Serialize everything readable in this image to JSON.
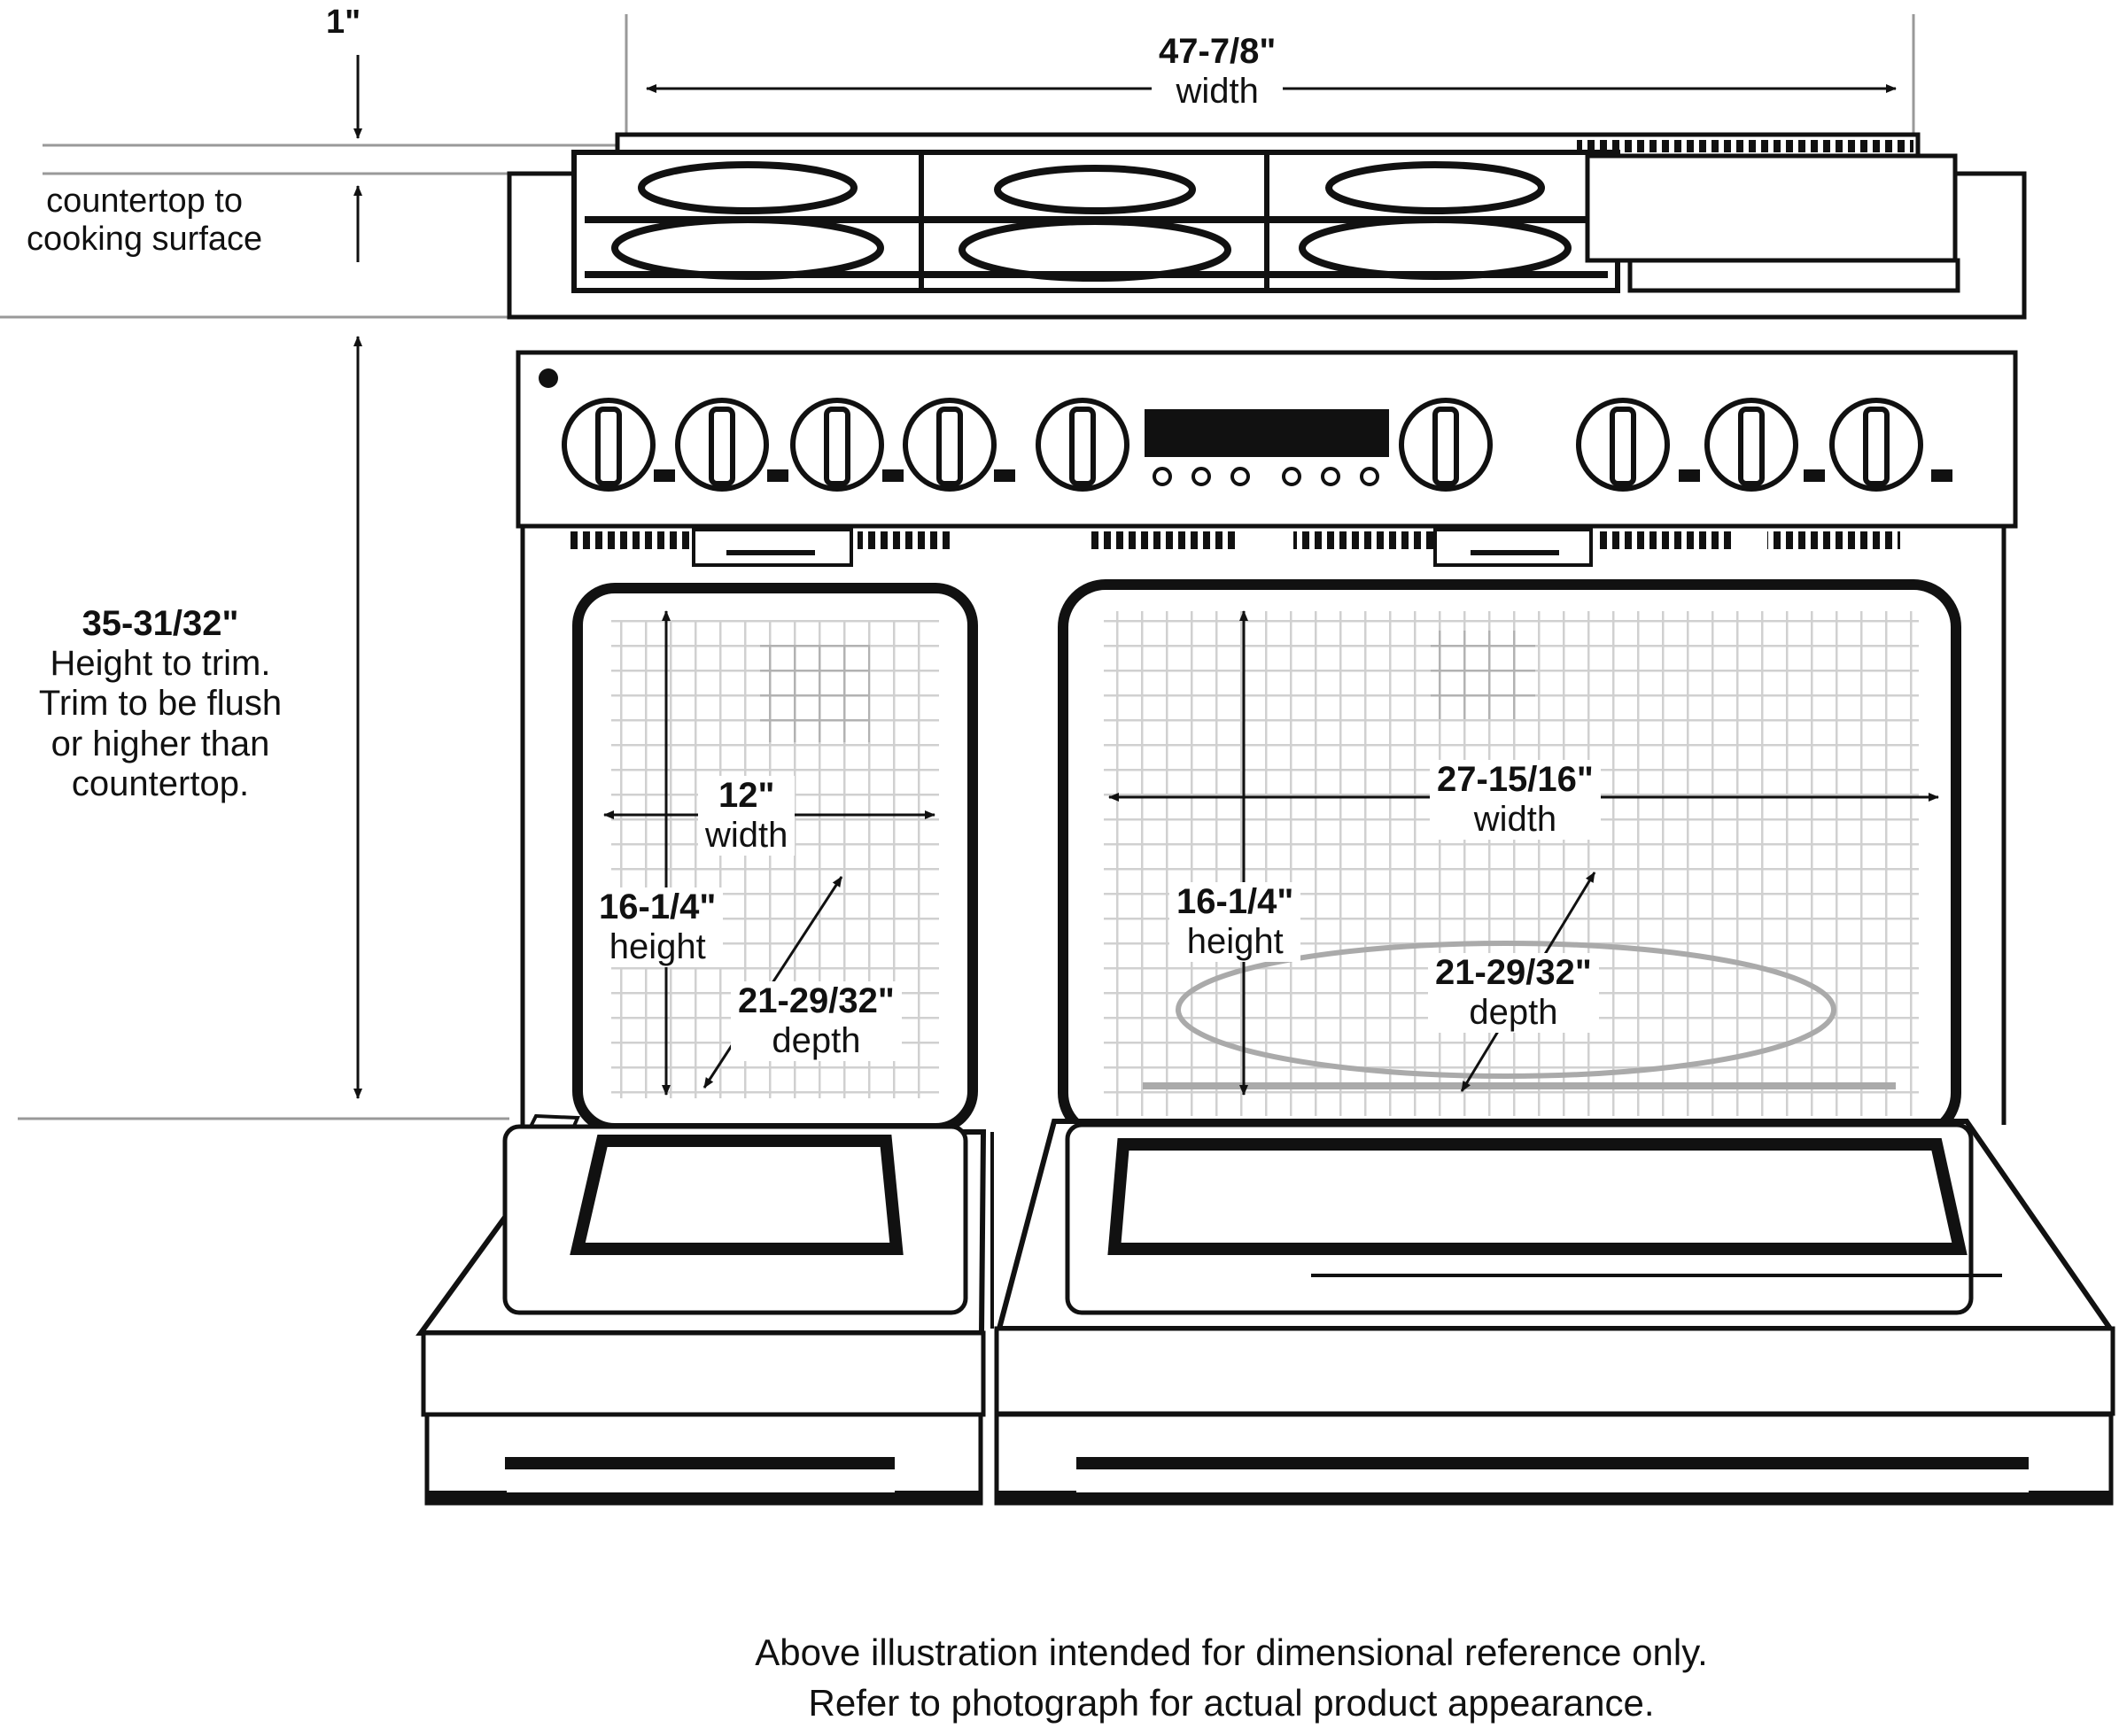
{
  "labels": {
    "top_gap": "1\"",
    "overall_width": {
      "value": "47-7/8\"",
      "caption": "width"
    },
    "countertop": {
      "line1": "countertop to",
      "line2": "cooking surface"
    },
    "trim_height": {
      "value": "35-31/32\"",
      "lines": [
        "Height to trim.",
        "Trim to be flush",
        "or higher than",
        "countertop."
      ]
    },
    "small_oven": {
      "width": {
        "value": "12\"",
        "caption": "width"
      },
      "height": {
        "value": "16-1/4\"",
        "caption": "height"
      },
      "depth": {
        "value": "21-29/32\"",
        "caption": "depth"
      }
    },
    "large_oven": {
      "width": {
        "value": "27-15/16\"",
        "caption": "width"
      },
      "height": {
        "value": "16-1/4\"",
        "caption": "height"
      },
      "depth": {
        "value": "21-29/32\"",
        "caption": "depth"
      }
    }
  },
  "footnote": {
    "line1": "Above illustration intended for dimensional reference only.",
    "line2": "Refer to photograph for actual product appearance."
  }
}
